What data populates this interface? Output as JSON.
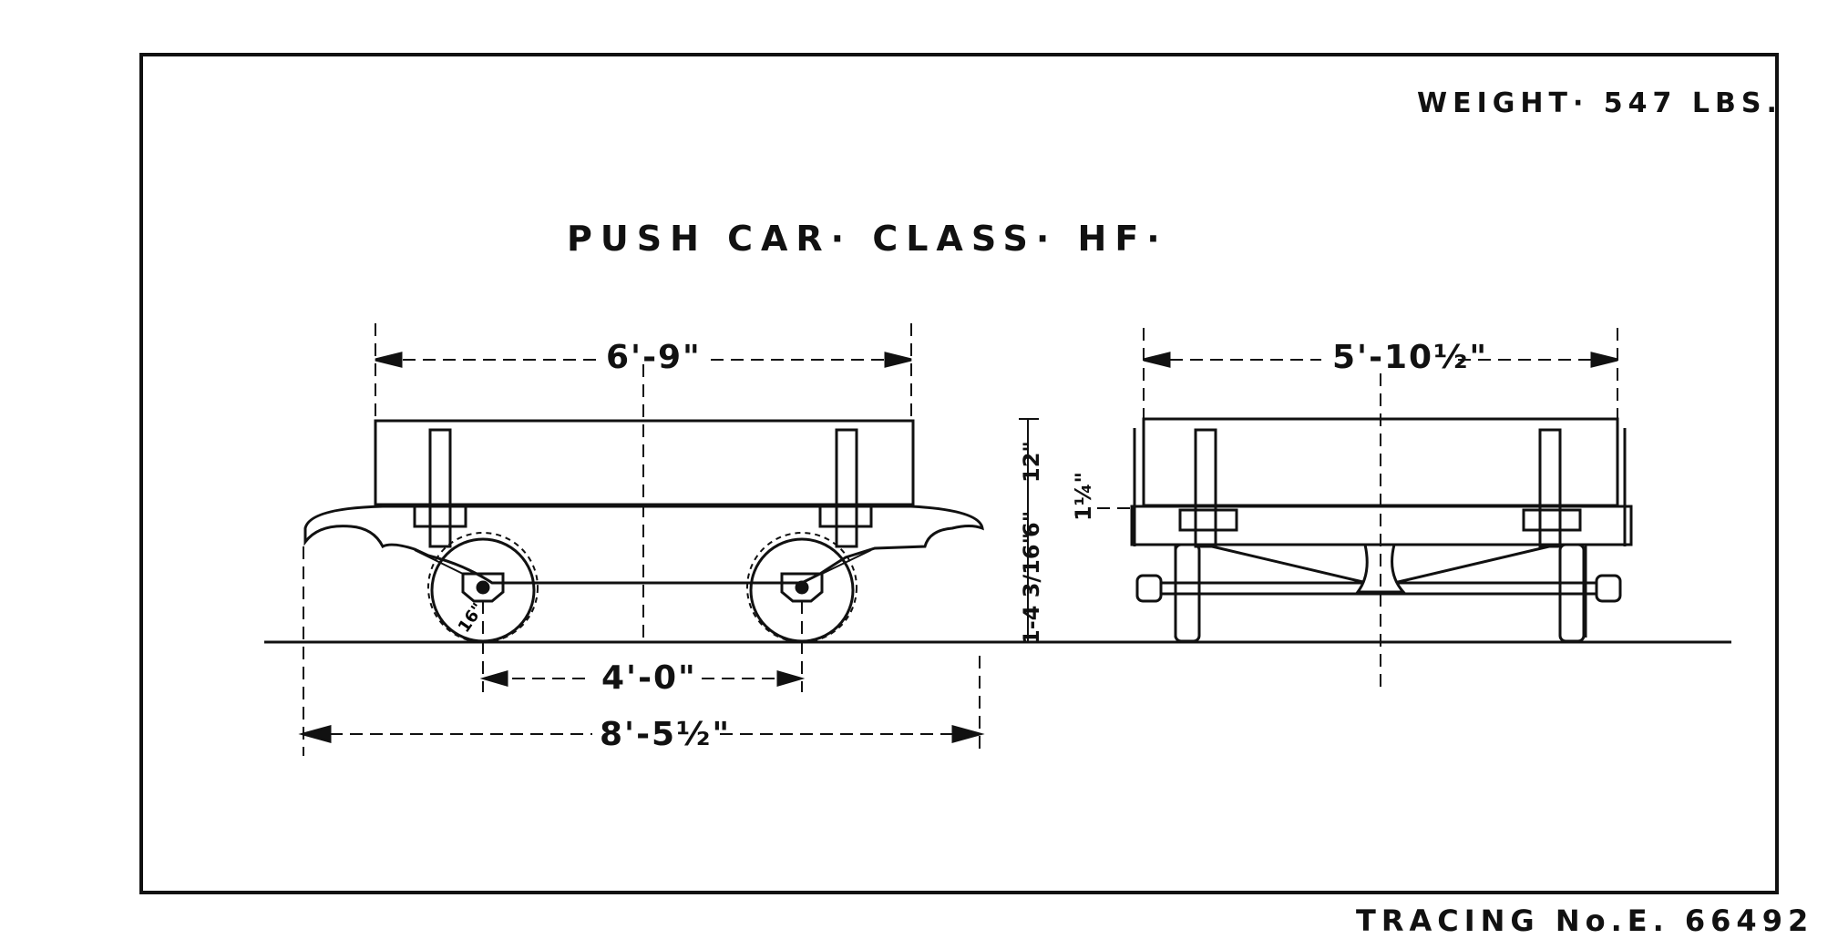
{
  "drawing": {
    "title": "PUSH CAR· CLASS· HF·",
    "weight": "WEIGHT· 547 LBS.",
    "tracing": "TRACING No.E. 66492",
    "dimensions": {
      "overall_length_body": "6'-9\"",
      "width": "5'-10½\"",
      "wheelbase": "4'-0\"",
      "overall_length": "8'-5½\"",
      "height_total": "1-4 3/16\"",
      "height_mid": "6\"",
      "height_side": "12\"",
      "height_small": "1¼\"",
      "wheel_dia": "16\""
    }
  }
}
